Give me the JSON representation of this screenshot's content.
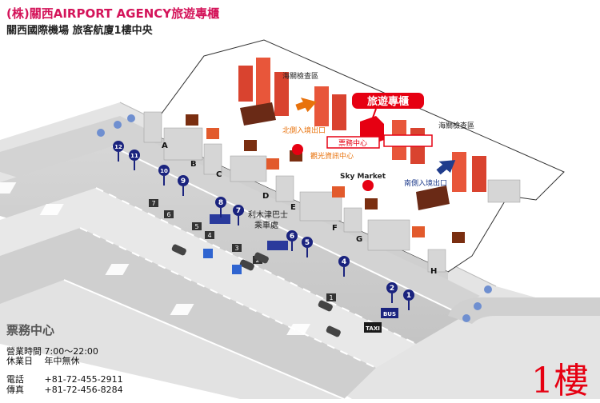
{
  "header": {
    "title": "(株)關西AIRPORT AGENCY旅遊專櫃",
    "subtitle": "關西國際機場  旅客航廈1樓中央"
  },
  "map": {
    "customs_left": "海關檢查區",
    "customs_right": "海關檢查區",
    "travel_counter": "旅遊專櫃",
    "ticket_center": "票務中心",
    "tourist_info": "觀光資訊中心",
    "sky_market": "Sky Market",
    "north_exit": "北側入境出口",
    "south_exit": "南側入境出口",
    "bus_stop_line1": "利木津巴士",
    "bus_stop_line2": "乘車處",
    "door_letters": [
      "A",
      "B",
      "C",
      "D",
      "E",
      "F",
      "G",
      "H"
    ],
    "bus_stop_numbers": [
      "1",
      "2",
      "4",
      "5",
      "6",
      "8",
      "7",
      "9",
      "10",
      "11",
      "12"
    ],
    "lane_numbers": [
      "1",
      "2",
      "3",
      "4",
      "5",
      "6",
      "7"
    ],
    "bus_sign": "BUS",
    "taxi_sign": "TAXI"
  },
  "info": {
    "heading": "票務中心",
    "hours_label": "營業時間",
    "hours_value": "7:00～22:00",
    "closed_label": "休業日",
    "closed_value": "年中無休",
    "phone_label": "電話",
    "phone_value": "+81-72-455-2911",
    "fax_label": "傳真",
    "fax_value": "+81-72-456-8284"
  },
  "floor_label": "1樓",
  "colors": {
    "title": "#d4145a",
    "highlight_red": "#e60012",
    "stop_blue": "#1a237e",
    "arrow_orange": "#e8720c",
    "arrow_blue": "#1f3c8c"
  }
}
